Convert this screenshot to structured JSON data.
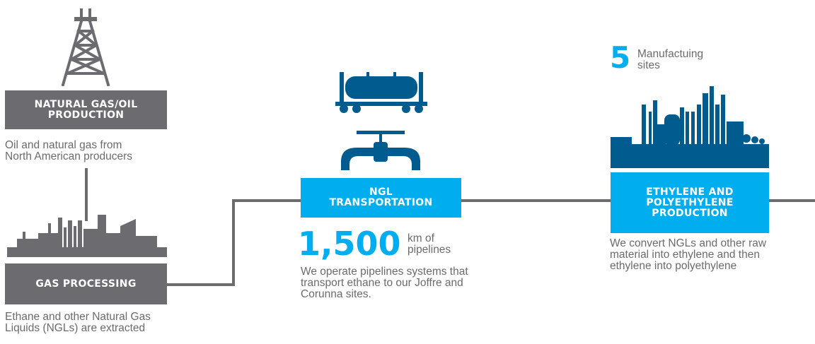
{
  "colors": {
    "gray": "#6c6c70",
    "dark_blue": "#005b8f",
    "light_blue": "#00adee",
    "text": "#6b6b6b"
  },
  "stages": {
    "production": {
      "icon": "oil-derrick-icon",
      "title_lines": [
        "NATURAL GAS/OIL",
        "PRODUCTION"
      ],
      "desc_lines": [
        "Oil and natural gas from",
        "North American producers"
      ]
    },
    "processing": {
      "icon": "gas-plant-icon",
      "title_lines": [
        "GAS PROCESSING"
      ],
      "desc_lines": [
        "Ethane and other Natural Gas",
        "Liquids (NGLs) are extracted"
      ]
    },
    "transportation": {
      "icons": [
        "rail-tank-car-icon",
        "pipeline-valve-icon"
      ],
      "title_lines": [
        "NGL",
        "TRANSPORTATION"
      ],
      "stat_value": "1,500",
      "stat_label_lines": [
        "km of",
        "pipelines"
      ],
      "desc_lines": [
        "We operate pipelines systems that",
        "transport ethane to our Joffre and",
        "Corunna sites."
      ]
    },
    "ethylene": {
      "icon": "petrochemical-plant-icon",
      "stat_value": "5",
      "stat_label_lines": [
        "Manufactuing",
        "sites"
      ],
      "title_lines": [
        "ETHYLENE AND",
        "POLYETHYLENE",
        "PRODUCTION"
      ],
      "desc_lines": [
        "We convert NGLs and other raw",
        "material into ethylene and then",
        "ethylene into polyethylene"
      ]
    }
  }
}
